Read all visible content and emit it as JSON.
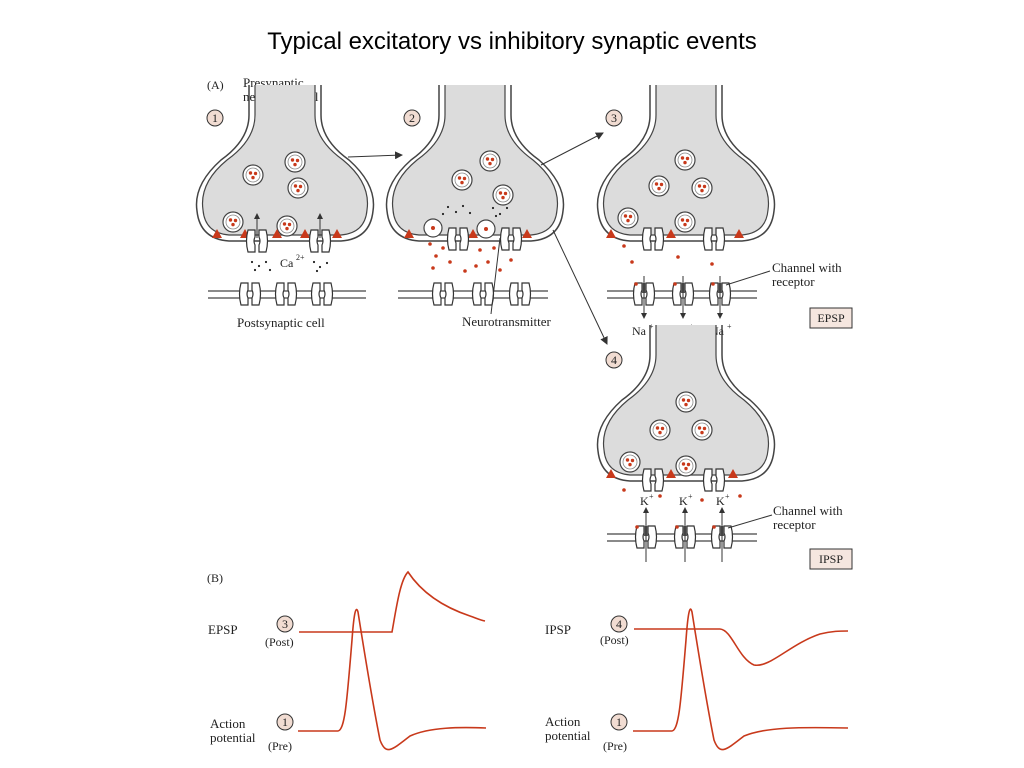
{
  "title": "Typical excitatory vs inhibitory synaptic events",
  "panel_a": {
    "letter": "(A)",
    "presynaptic_label": [
      "Presynaptic",
      "nerve terminal"
    ],
    "steps": [
      "1",
      "2",
      "3",
      "4"
    ],
    "calcium_label": "Ca",
    "calcium_charge": "2+",
    "postsynaptic_label": "Postsynaptic cell",
    "neurotransmitter_label": "Neurotransmitter",
    "channel_label": [
      "Channel with",
      "receptor"
    ],
    "sodium_ion": "Na",
    "potassium_ion": "K",
    "ion_charge": "+",
    "epsp_box": "EPSP",
    "ipsp_box": "IPSP"
  },
  "panel_b": {
    "letter": "(B)",
    "left": {
      "trace_label": "EPSP",
      "post_step": "3",
      "post_label": "(Post)",
      "ap_label": [
        "Action",
        "potential"
      ],
      "pre_step": "1",
      "pre_label": "(Pre)"
    },
    "right": {
      "trace_label": "IPSP",
      "post_step": "4",
      "post_label": "(Post)",
      "ap_label": [
        "Action",
        "potential"
      ],
      "pre_step": "1",
      "pre_label": "(Pre)"
    }
  },
  "colors": {
    "transmitter": "#c8391b",
    "terminal_fill": "#dcdcdc",
    "line": "#444444",
    "box_fill": "#f5e6df"
  }
}
